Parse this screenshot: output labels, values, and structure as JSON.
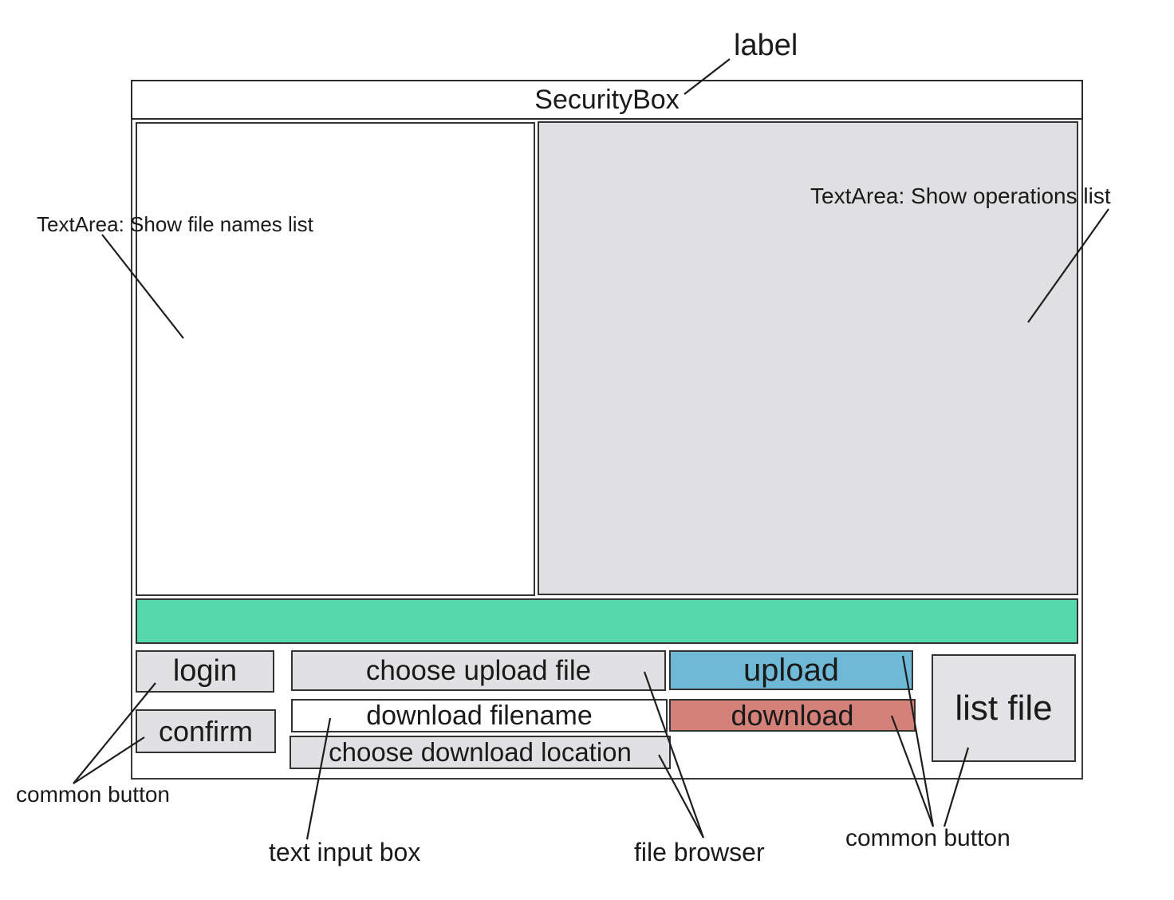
{
  "window": {
    "title": "SecurityBox",
    "status_bar_color": "#54d8ac"
  },
  "buttons": {
    "login": "login",
    "confirm": "confirm",
    "choose_upload_file": "choose upload file",
    "choose_download_location": "choose download location",
    "upload": "upload",
    "download": "download",
    "list_file": "list file"
  },
  "inputs": {
    "download_filename_placeholder": "download filename"
  },
  "colors": {
    "upload_button": "#6fb8d6",
    "download_button": "#d4817a",
    "operations_area": "#e0e0e2"
  },
  "annotations": {
    "label": "label",
    "textarea_file_names": "TextArea: Show file names list",
    "textarea_operations": "TextArea: Show operations list",
    "common_button_left": "common button",
    "text_input_box": "text input box",
    "file_browser": "file browser",
    "common_button_right": "common button"
  }
}
